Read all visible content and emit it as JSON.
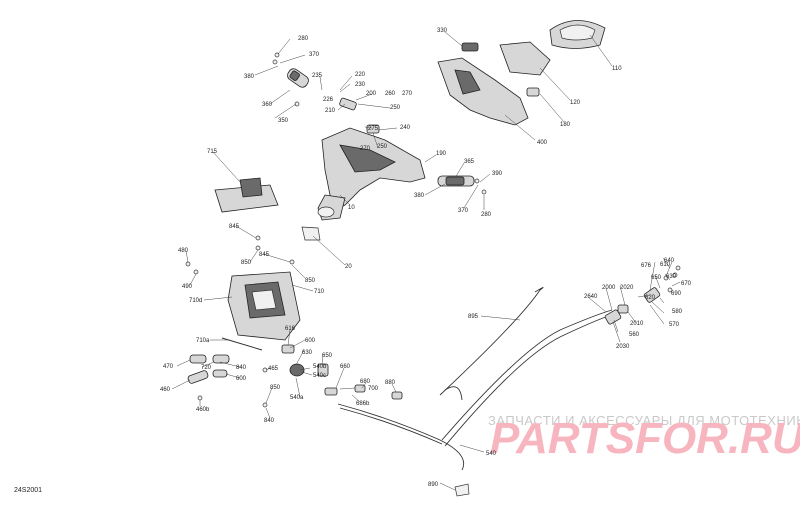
{
  "diagram": {
    "doc_id": "24S2001",
    "watermark": {
      "tagline": "ЗАПЧАСТИ И АКСЕССУАРЫ ДЛЯ МОТОТЕХНИКИ",
      "brand": "PARTSFOR.RU"
    },
    "callouts": [
      "280",
      "370",
      "380",
      "235",
      "220",
      "230",
      "226",
      "210",
      "360",
      "350",
      "200",
      "260",
      "270",
      "250",
      "275",
      "240",
      "270",
      "250",
      "330",
      "110",
      "120",
      "180",
      "400",
      "190",
      "365",
      "390",
      "380",
      "370",
      "280",
      "10",
      "715",
      "20",
      "845",
      "850",
      "845",
      "850",
      "480",
      "490",
      "710d",
      "710",
      "710a",
      "600",
      "616",
      "470",
      "720",
      "630",
      "650",
      "840",
      "600",
      "465",
      "460",
      "460b",
      "540b",
      "540c",
      "540a",
      "660",
      "700",
      "680",
      "880",
      "686b",
      "850",
      "840",
      "895",
      "540",
      "890",
      "640",
      "676",
      "610",
      "650",
      "630",
      "670",
      "2020",
      "2000",
      "2640",
      "620",
      "690",
      "580",
      "2010",
      "570",
      "2030",
      "560"
    ]
  }
}
